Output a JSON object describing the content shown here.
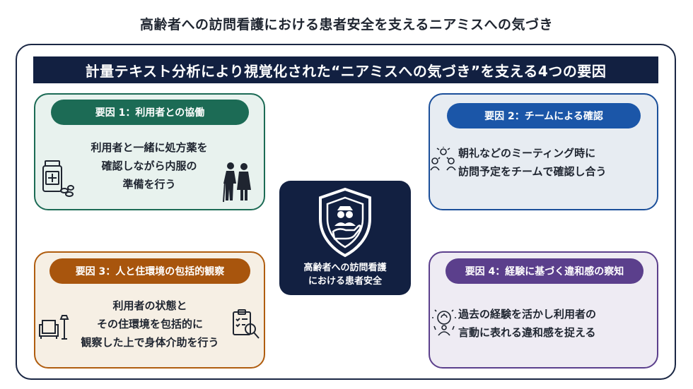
{
  "title": "高齢者への訪問看護における患者安全を支えるニアミスへの気づき",
  "banner": "計量テキスト分析により視覚化された“ニアミスへの気づき”を支える4つの要因",
  "center": {
    "lines": [
      "高齢者への訪問看護",
      "における患者安全"
    ],
    "icon": "shield-hand-icon"
  },
  "factors": [
    {
      "label": "要因 1：利用者との協働",
      "lines": [
        "利用者と一緒に処方薬を",
        "確認しながら内服の",
        "準備を行う"
      ],
      "icons": [
        "medicine-bottle-icon",
        "elderly-couple-icon"
      ],
      "color": "#1c6b55"
    },
    {
      "label": "要因 2：チームによる確認",
      "lines": [
        "朝礼などのミーティング時に",
        "訪問予定をチームで確認し合う"
      ],
      "icons": [
        "team-discussion-icon"
      ],
      "color": "#1b56a8"
    },
    {
      "label": "要因 3：人と住環境の包括的観察",
      "lines": [
        "利用者の状態と",
        "その住環境を包括的に",
        "観察した上で身体介助を行う"
      ],
      "icons": [
        "armchair-lamp-icon",
        "clipboard-magnifier-icon"
      ],
      "color": "#a8550d"
    },
    {
      "label": "要因 4：経験に基づく違和感の察知",
      "lines": [
        "過去の経験を活かし利用者の",
        "言動に表れる違和感を捉える"
      ],
      "icons": [
        "experience-idea-icon"
      ],
      "color": "#5b3f8c"
    }
  ]
}
